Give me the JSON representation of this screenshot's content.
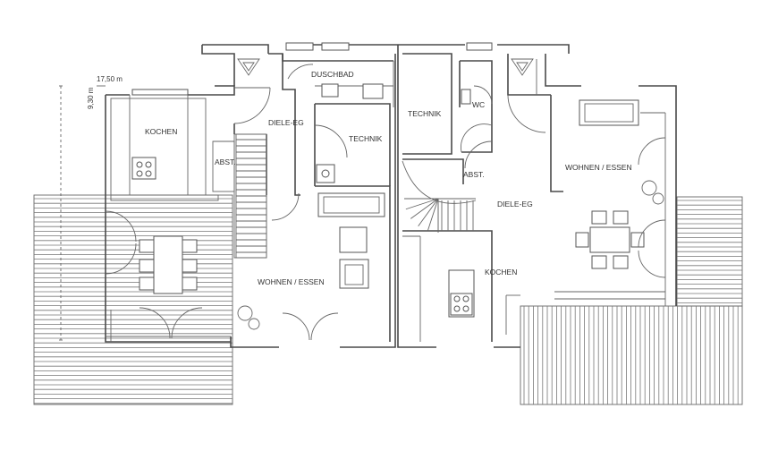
{
  "dimensions": {
    "width_label": "17,50 m",
    "depth_label": "9,30 m"
  },
  "rooms": {
    "kochen_left": "KOCHEN",
    "abst_left": "ABST.",
    "diele_left": "DIELE-EG",
    "duschbad": "DUSCHBAD",
    "technik_left": "TECHNIK",
    "wohnen_left": "WOHNEN / ESSEN",
    "technik_right": "TECHNIK",
    "wc": "WC",
    "abst_right": "ABST.",
    "diele_right": "DIELE-EG",
    "kochen_right": "KOCHEN",
    "wohnen_right": "WOHNEN / ESSEN"
  }
}
